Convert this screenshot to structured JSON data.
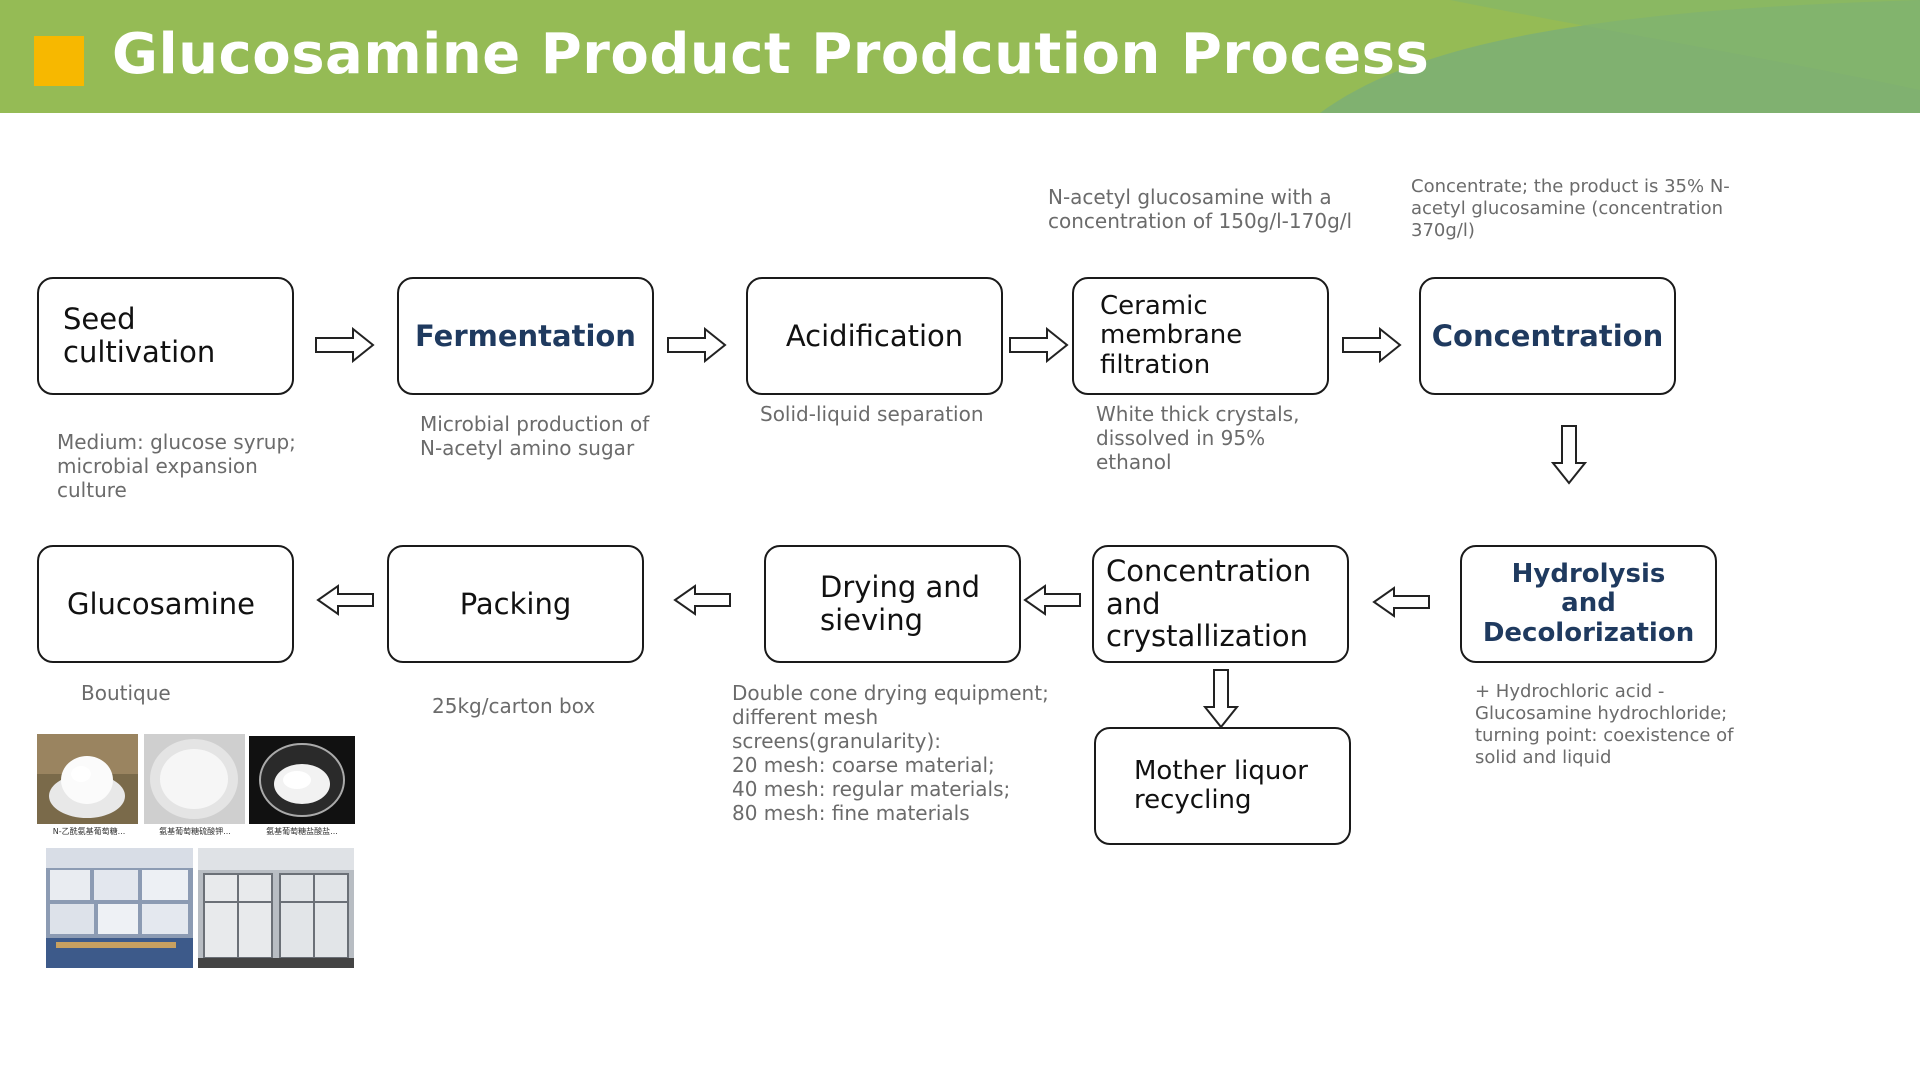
{
  "header": {
    "title": "Glucosamine Product Prodcution Process"
  },
  "steps": {
    "seed": "Seed cultivation",
    "fermentation": "Fermentation",
    "acidification": "Acidification",
    "ceramic": "Ceramic membrane filtration",
    "concentration": "Concentration",
    "hydrolysis": "Hydrolysis and Decolorization",
    "crystallization": "Concentration and crystallization",
    "mother_liquor": "Mother liquor recycling",
    "drying": "Drying and sieving",
    "packing": "Packing",
    "glucosamine": "Glucosamine"
  },
  "notes": {
    "seed": "Medium: glucose syrup;\nmicrobial expansion\nculture",
    "fermentation": "Microbial production of\nN-acetyl amino sugar",
    "acidification": "Solid-liquid separation",
    "ceramic_top": "N-acetyl glucosamine  with a\nconcentration of 150g/l-170g/l",
    "ceramic_bottom": "White thick crystals,\ndissolved in 95%\nethanol",
    "concentration_top": "Concentrate; the product is 35% N-\nacetyl glucosamine (concentration\n370g/l)",
    "hydrolysis": "+ Hydrochloric acid -\nGlucosamine hydrochloride;\nturning point: coexistence of\nsolid and liquid",
    "drying": "Double cone drying equipment;\ndifferent mesh\nscreens(granularity):\n20 mesh: coarse material;\n40 mesh: regular materials;\n80 mesh: fine materials",
    "packing": "25kg/carton box",
    "glucosamine": "Boutique"
  },
  "photos": {
    "captions": [
      "N-乙酰氨基葡萄糖...",
      "氨基葡萄糖硫酸钾...",
      "氨基葡萄糖盐酸盐..."
    ]
  },
  "colors": {
    "header_green": "#95bb55",
    "header_teal": "#6fa88a",
    "accent_square": "#f7b800",
    "bold_step_text": "#1f3a5f"
  }
}
